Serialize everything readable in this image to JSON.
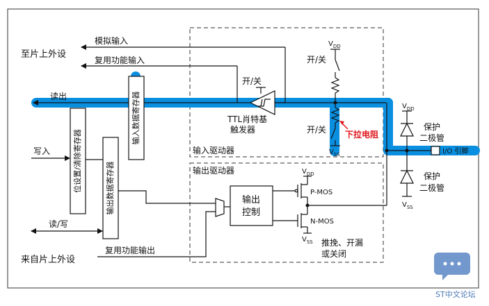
{
  "labels": {
    "to_peripheral": "至片上外设",
    "analog_input": "模拟输入",
    "alt_input": "复用功能输入",
    "read": "读出",
    "write": "写入",
    "read_write": "读/写",
    "from_peripheral": "来自片上外设",
    "alt_output": "复用功能输出",
    "input_data_reg": "输入数据寄存器",
    "set_reset_reg": "位设置/清除寄存器",
    "output_data_reg": "输出数据寄存器",
    "switch_top": "开/关",
    "switch_mid": "开/关",
    "switch_low": "开/关",
    "ttl_line1": "TTL肖特基",
    "ttl_line2": "触发器",
    "pulldown": "下拉电阻",
    "input_driver": "输入驱动器",
    "output_driver": "输出驱动器",
    "output_ctrl_line1": "输出",
    "output_ctrl_line2": "控制",
    "pmos": "P-MOS",
    "nmos": "N-MOS",
    "mode_line1": "推挽、开漏",
    "mode_line2": "或关闭",
    "protect_top_line1": "保护",
    "protect_top_line2": "二极管",
    "protect_bot_line1": "保护",
    "protect_bot_line2": "二极管",
    "io_pin": "I/O 引脚",
    "vdd": "V",
    "vdd_sub": "DD",
    "vss": "V",
    "vss_sub": "SS"
  },
  "watermark": {
    "text": "ST中文论坛",
    "icon": "chat-bubble-icon"
  },
  "colors": {
    "highlight": "#0a8fe0",
    "pulldown_label": "#e0151b",
    "line": "#111111",
    "dashed_box": "#333333",
    "watermark": "#4a78b6"
  }
}
